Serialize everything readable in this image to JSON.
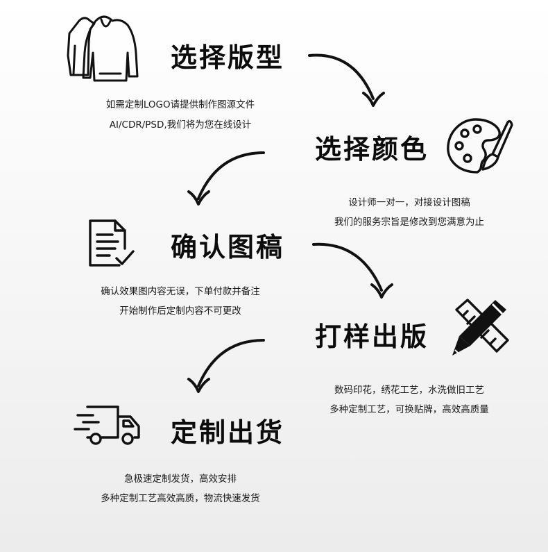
{
  "steps": [
    {
      "title": "选择版型",
      "icon": "hoodie-icon",
      "lines": [
        "如需定制LOGO请提供制作图源文件",
        "AI/CDR/PSD,我们将为您在线设计"
      ]
    },
    {
      "title": "选择颜色",
      "icon": "palette-icon",
      "lines": [
        "设计师一对一，对接设计图稿",
        "我们的服务宗旨是修改到您满意为止"
      ]
    },
    {
      "title": "确认图稿",
      "icon": "document-check-icon",
      "lines": [
        "确认效果图内容无误，下单付款并备注",
        "开始制作后定制内容不可更改"
      ]
    },
    {
      "title": "打样出版",
      "icon": "pencil-ruler-icon",
      "lines": [
        "数码印花，绣花工艺，水洗做旧工艺",
        "多种定制工艺，可换贴牌，高效高质量"
      ]
    },
    {
      "title": "定制出货",
      "icon": "delivery-truck-icon",
      "lines": [
        "急极速定制发货，高效安排",
        "多种定制工艺高效高质，物流快速发货"
      ]
    }
  ]
}
